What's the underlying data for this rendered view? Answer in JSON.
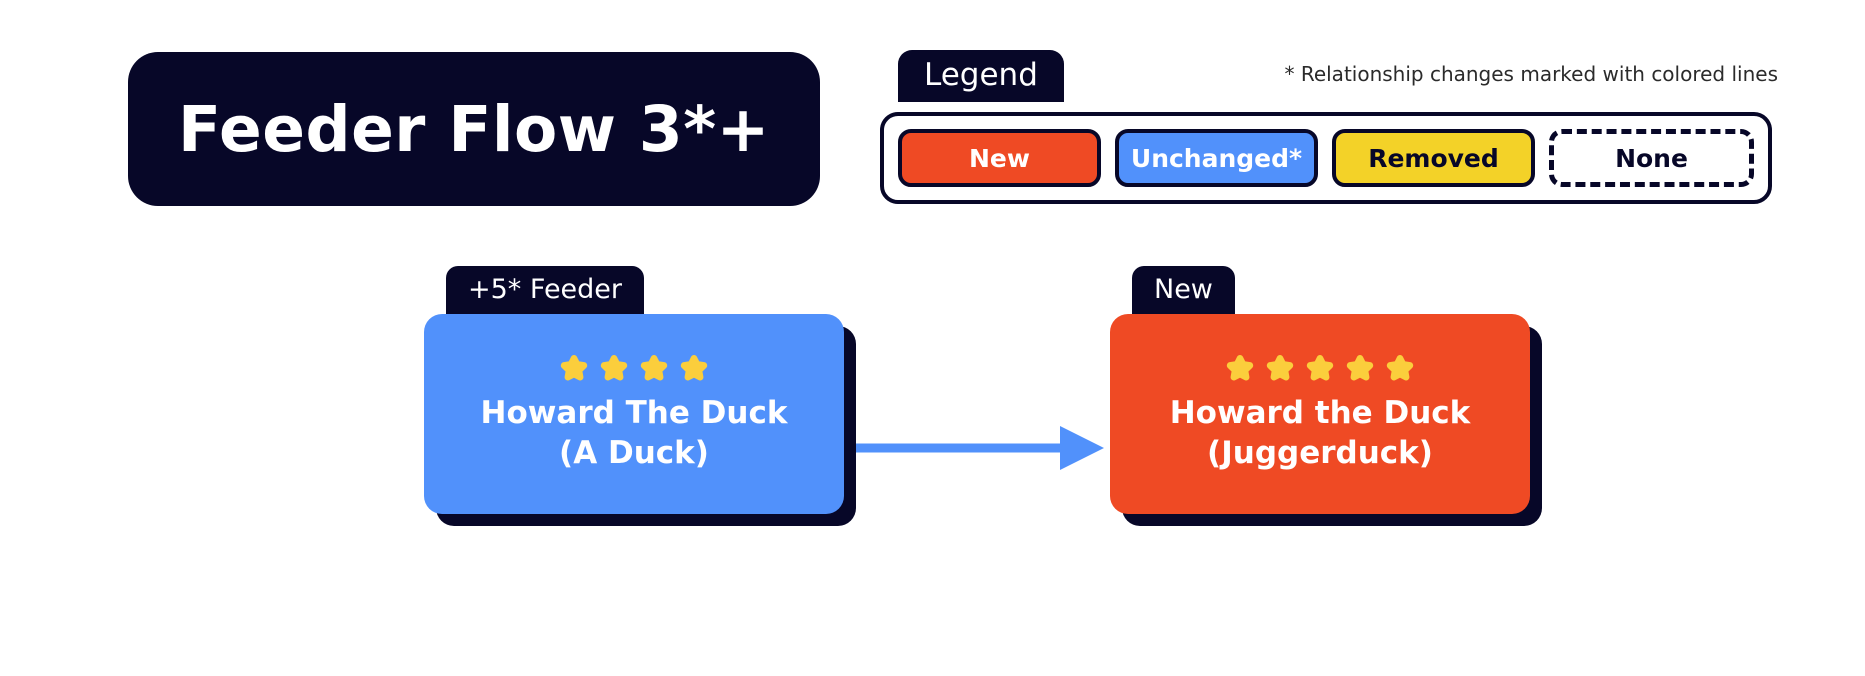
{
  "title": {
    "text": "Feeder Flow 3*+"
  },
  "legend": {
    "tab_label": "Legend",
    "footnote": "* Relationship changes marked with colored lines",
    "items": [
      {
        "label": "New",
        "fill": "#EF4A24",
        "text_color": "#ffffff",
        "style": "solid"
      },
      {
        "label": "Unchanged*",
        "fill": "#5191FB",
        "text_color": "#ffffff",
        "style": "solid"
      },
      {
        "label": "Removed",
        "fill": "#F3D228",
        "text_color": "#070728",
        "style": "solid"
      },
      {
        "label": "None",
        "fill": "#ffffff",
        "text_color": "#070728",
        "style": "dashed"
      }
    ]
  },
  "graph": {
    "nodes": [
      {
        "tab_label": "+5* Feeder",
        "title": "Howard The Duck",
        "subtitle": "(A Duck)",
        "stars": 4,
        "fill": "#5191FB",
        "star_color": "#FBCE3C"
      },
      {
        "tab_label": "New",
        "title": "Howard the Duck",
        "subtitle": "(Juggerduck)",
        "stars": 5,
        "fill": "#EF4A24",
        "star_color": "#FBCE3C"
      }
    ],
    "edge": {
      "color": "#5191FB",
      "direction": "left-to-right"
    }
  },
  "colors": {
    "ink": "#070728",
    "background": "#ffffff",
    "blue": "#5191FB",
    "red": "#EF4A24",
    "yellow": "#F3D228",
    "star": "#FBCE3C"
  }
}
